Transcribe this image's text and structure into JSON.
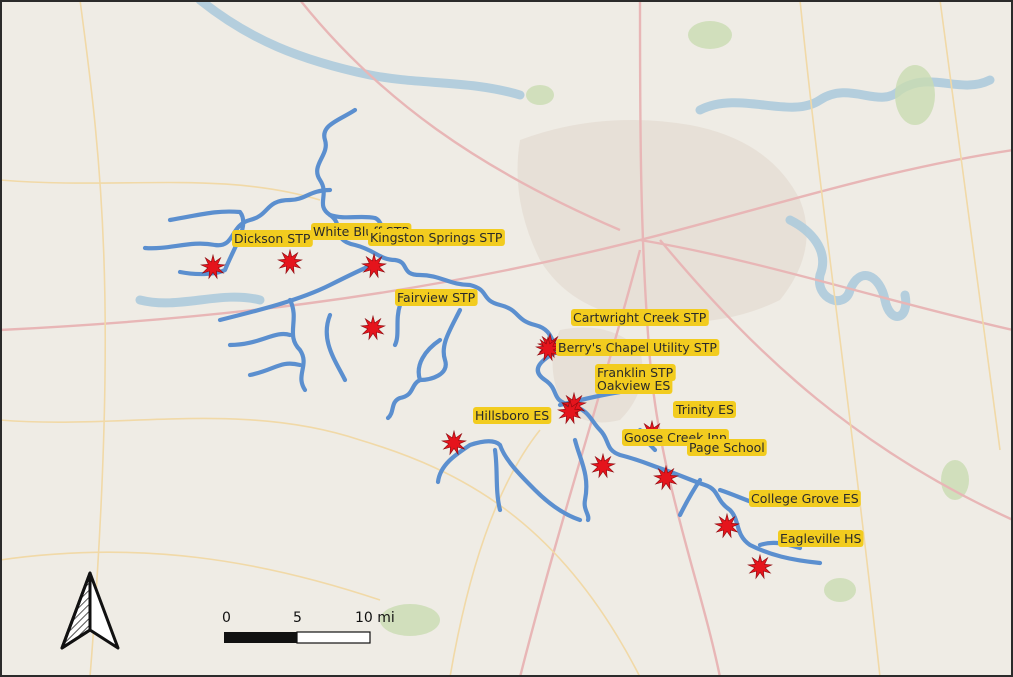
{
  "map": {
    "colors": {
      "land": "#efece5",
      "stream": "#5b8fcf",
      "marker": "#e5141c",
      "label_bg": "#f2cc1f",
      "label_text": "#2a2a2a",
      "lake": "#a9c9dc",
      "park": "#c9dcb2",
      "road_major": "#e8b6b6",
      "road_minor": "#f1d9a7",
      "urban": "#e4dcd2"
    },
    "sites": [
      {
        "label": "Dickson STP"
      },
      {
        "label": "White Bluff STP"
      },
      {
        "label": "Kingston Springs STP"
      },
      {
        "label": "Fairview STP"
      },
      {
        "label": "Cartwright Creek STP"
      },
      {
        "label": "Berry's Chapel Utility STP"
      },
      {
        "label": "Franklin STP"
      },
      {
        "label": "Oakview ES"
      },
      {
        "label": "Hillsboro ES"
      },
      {
        "label": "Trinity ES"
      },
      {
        "label": "Goose Creek Inn"
      },
      {
        "label": "Page School"
      },
      {
        "label": "College Grove ES"
      },
      {
        "label": "Eagleville HS"
      }
    ],
    "scale_bar": {
      "ticks": [
        "0",
        "5",
        "10 mi"
      ]
    },
    "north_arrow_icon": "north-arrow-icon",
    "marker_icon": "burst-marker-icon"
  }
}
